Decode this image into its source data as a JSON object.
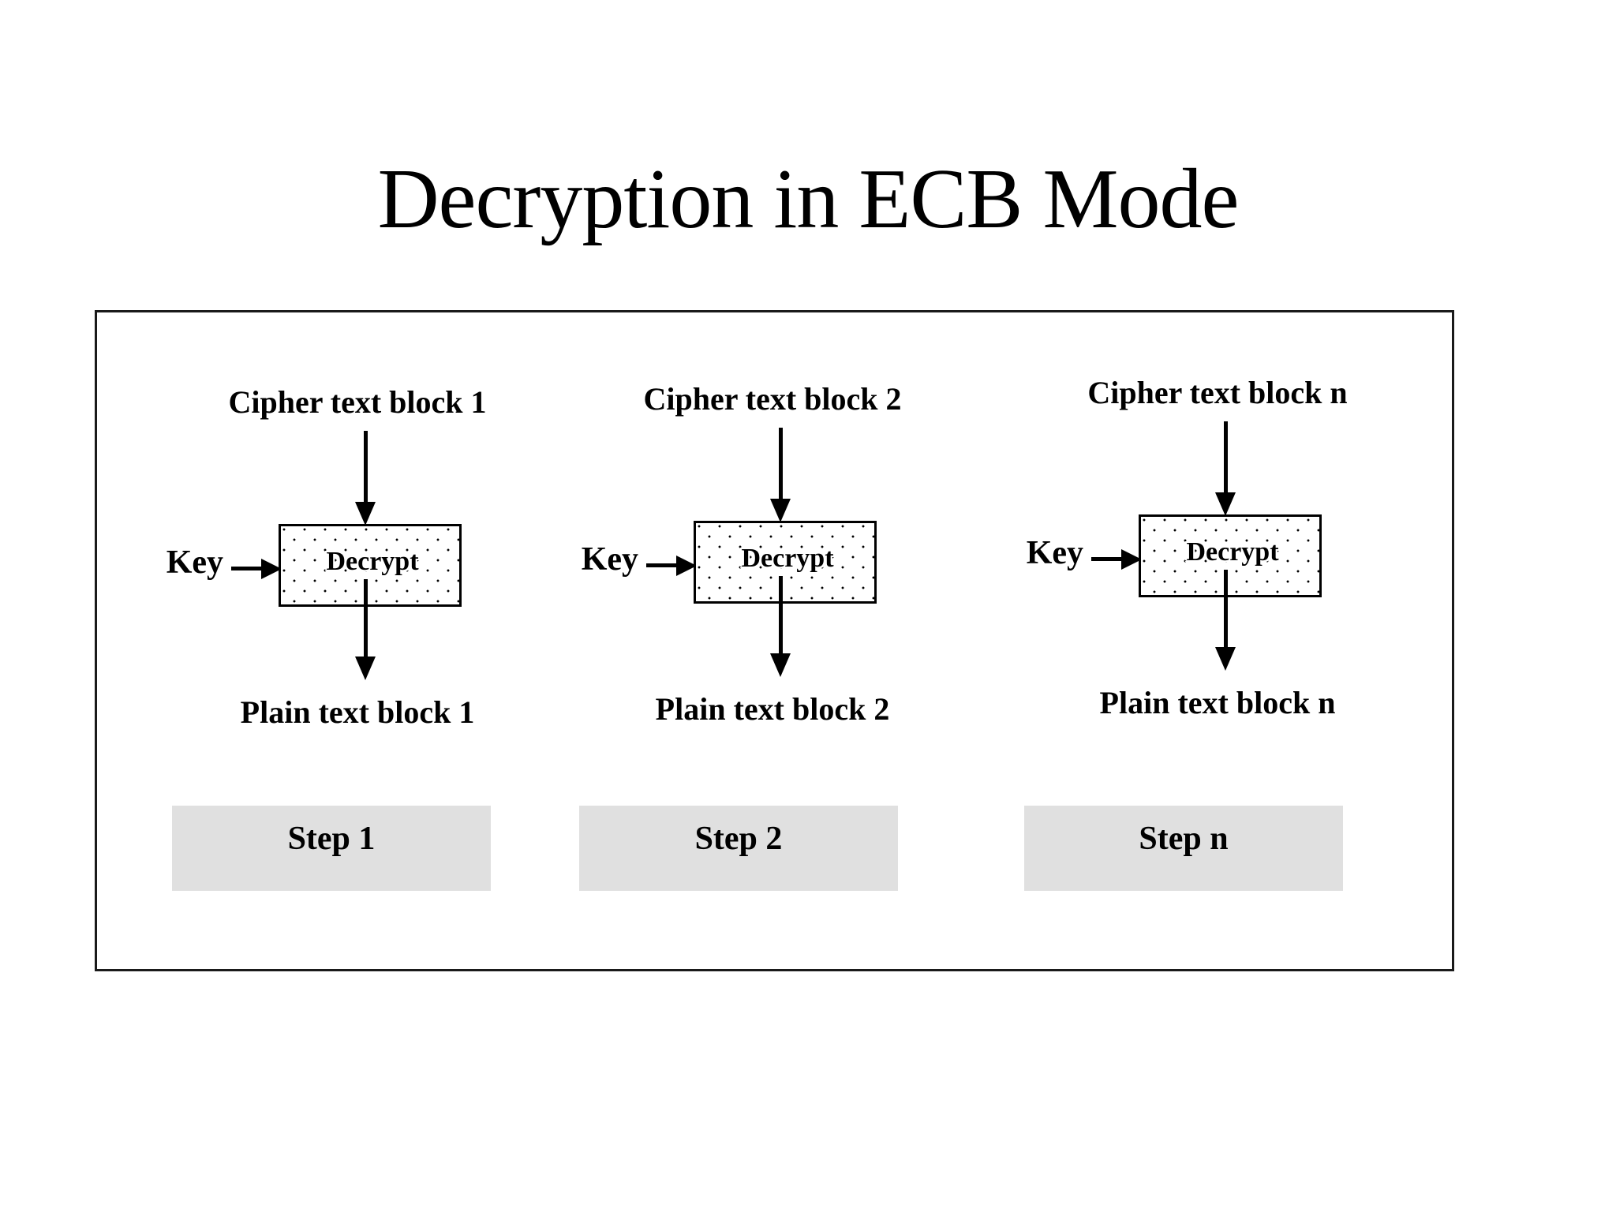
{
  "slide": {
    "title": "Decryption in ECB Mode"
  },
  "diagram": {
    "type": "block-cipher-mode",
    "frame_border_color": "#1a1a1a",
    "step_box_fill": "#e0e0e0",
    "decrypt_box_fill_pattern": "dotted",
    "groups": [
      {
        "id": "step-1",
        "cipher_label": "Cipher text block 1",
        "key_label": "Key",
        "operation_label": "Decrypt",
        "plain_label": "Plain text block 1",
        "step_label": "Step 1"
      },
      {
        "id": "step-2",
        "cipher_label": "Cipher text block 2",
        "key_label": "Key",
        "operation_label": "Decrypt",
        "plain_label": "Plain text block 2",
        "step_label": "Step 2"
      },
      {
        "id": "step-n",
        "cipher_label": "Cipher text block n",
        "key_label": "Key",
        "operation_label": "Decrypt",
        "plain_label": "Plain text block n",
        "step_label": "Step n"
      }
    ]
  }
}
